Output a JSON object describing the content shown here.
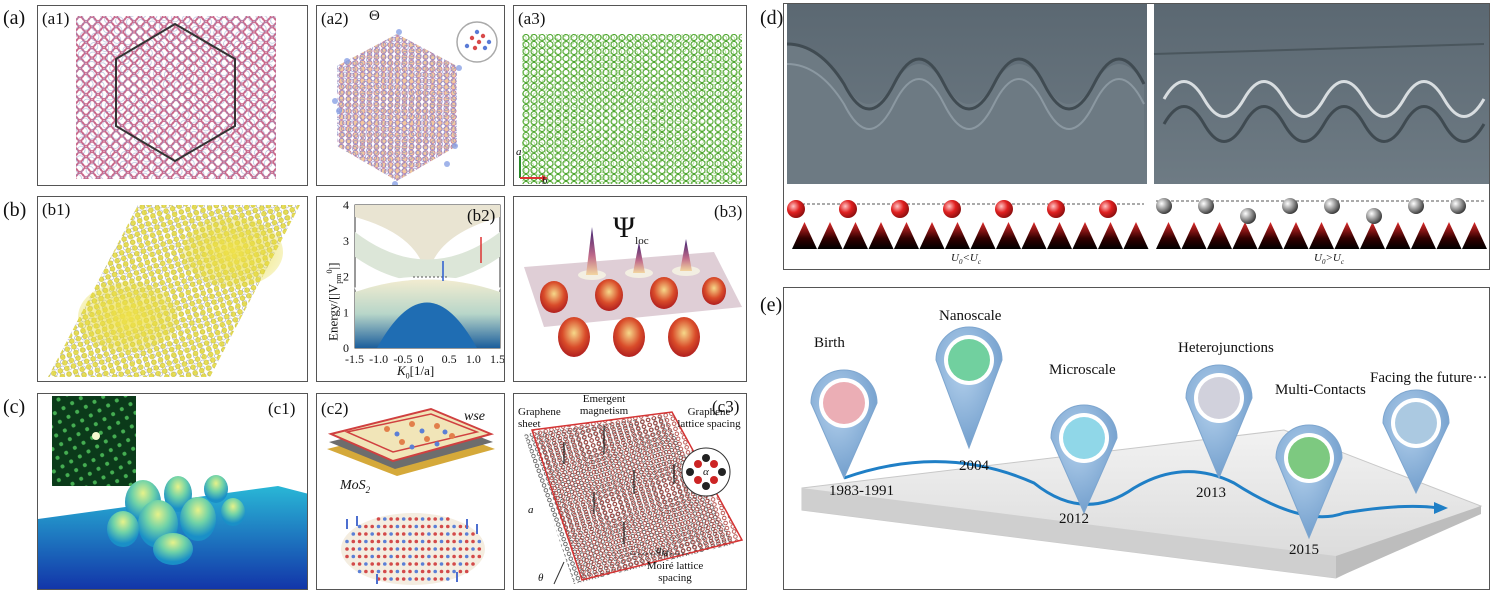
{
  "labels": {
    "a": "(a)",
    "b": "(b)",
    "c": "(c)",
    "d": "(d)",
    "e": "(e)",
    "a1": "(a1)",
    "a2": "(a2)",
    "a3": "(a3)",
    "b1": "(b1)",
    "b2": "(b2)",
    "b3": "(b3)",
    "c1": "(c1)",
    "c2": "(c2)",
    "c3": "(c3)"
  },
  "a2": {
    "theta": "Θ"
  },
  "a3": {
    "axis_a": "a",
    "axis_b": "b"
  },
  "b2": {
    "ylabel": "Energy/[|V",
    "ylabel_sup": "0",
    "ylabel_sub": "pm",
    "ylabel_end": "|]",
    "xlabel": "K",
    "xlabel_sub": "0",
    "xlabel_end": "[1/a]",
    "yticks": [
      "0",
      "1",
      "2",
      "3",
      "4"
    ],
    "xticks": [
      "-1.5",
      "-1.0",
      "-0.5",
      "0",
      "0.5",
      "1.0",
      "1.5"
    ]
  },
  "b3": {
    "psi": "Ψ",
    "psi_sub": "loc"
  },
  "c2": {
    "wse": "wse",
    "mos": "MoS",
    "mos_sub": "2"
  },
  "c3": {
    "graphene_sheet": "Graphene sheet",
    "emergent": "Emergent magnetism",
    "graphene_lattice": "Graphene lattice spacing",
    "moire": "Moiré lattice spacing",
    "a_label": "a",
    "am_label": "a",
    "am_sub": "M",
    "theta": "θ",
    "alpha": "α"
  },
  "d": {
    "left_caption": "U",
    "left_caption_sub": "0",
    "left_caption_mid": "<U",
    "left_caption_end_sub": "c",
    "right_caption": "U",
    "right_caption_sub": "0",
    "right_caption_mid": ">U",
    "right_caption_end_sub": "c"
  },
  "timeline": {
    "events": [
      {
        "title": "Birth",
        "year": "1983-1991"
      },
      {
        "title": "Nanoscale",
        "year": "2004"
      },
      {
        "title": "Microscale",
        "year": "2012"
      },
      {
        "title": "Heterojunctions",
        "year": "2013"
      },
      {
        "title": "Multi-Contacts",
        "year": "2015"
      },
      {
        "title": "Facing the future···",
        "year": ""
      }
    ]
  },
  "colors": {
    "pink": "#c8668a",
    "green": "#4aa32c",
    "yellow": "#e3d83a",
    "pin": "#8fb6dc",
    "arrow": "#1f7fc6",
    "red": "#d32020"
  }
}
